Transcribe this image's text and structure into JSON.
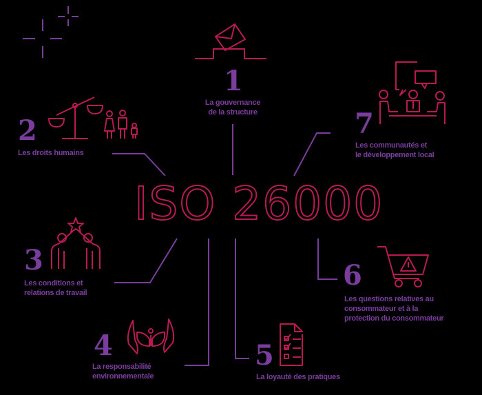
{
  "title": "ISO 26000",
  "colors": {
    "background": "#000000",
    "accent_purple": "#7a3d9e",
    "icon_crimson": "#b81b52"
  },
  "themes": [
    {
      "number": "1",
      "label_lines": [
        "La gouvernance",
        "de la structure"
      ],
      "icon": "ballot-box-icon"
    },
    {
      "number": "2",
      "label_lines": [
        "Les droits humains"
      ],
      "icon": "scales-family-icon"
    },
    {
      "number": "3",
      "label_lines": [
        "Les conditions et",
        "relations de travail"
      ],
      "icon": "team-star-icon"
    },
    {
      "number": "4",
      "label_lines": [
        "La responsabilité",
        "environnementale"
      ],
      "icon": "hands-plant-icon"
    },
    {
      "number": "5",
      "label_lines": [
        "La loyauté des pratiques"
      ],
      "icon": "checklist-icon"
    },
    {
      "number": "6",
      "label_lines": [
        "Les questions relatives au",
        "consommateur et à la",
        "protection du consommateur"
      ],
      "icon": "cart-warning-icon"
    },
    {
      "number": "7",
      "label_lines": [
        "Les communautés et",
        "le développement local"
      ],
      "icon": "meeting-icon"
    }
  ],
  "decoration": {
    "icon": "sparkle-icon"
  }
}
